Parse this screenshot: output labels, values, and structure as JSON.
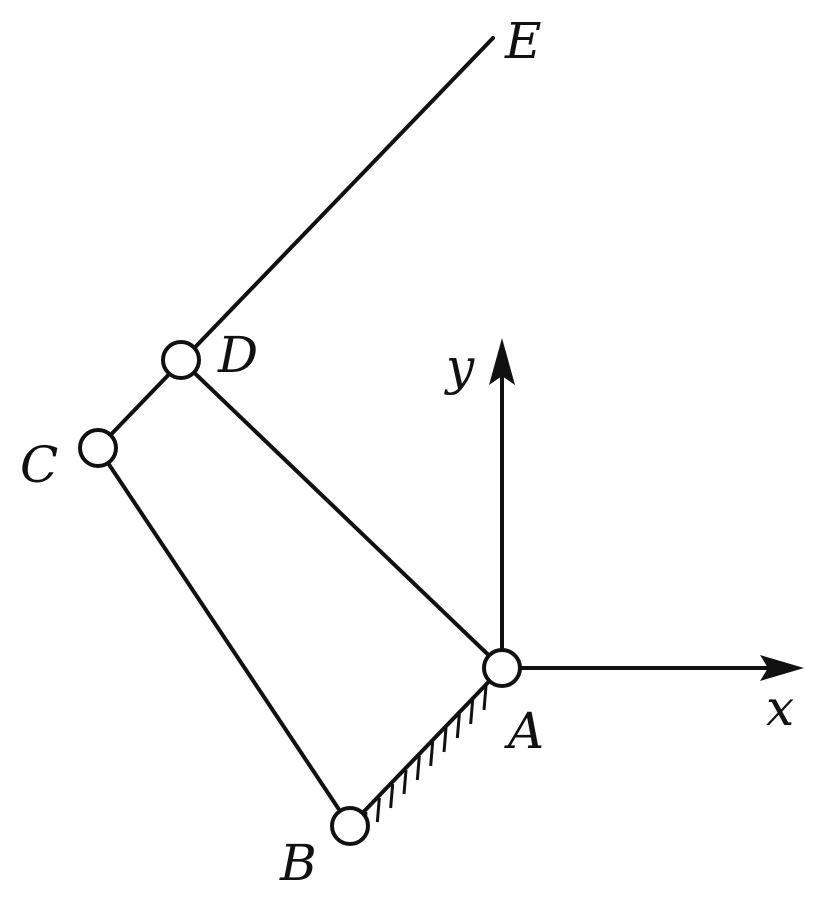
{
  "diagram": {
    "labels": {
      "a": "A",
      "b": "B",
      "c": "C",
      "d": "D",
      "e": "E",
      "x": "x",
      "y": "y"
    },
    "colors": {
      "ink": "#111111",
      "background": "#ffffff"
    }
  }
}
